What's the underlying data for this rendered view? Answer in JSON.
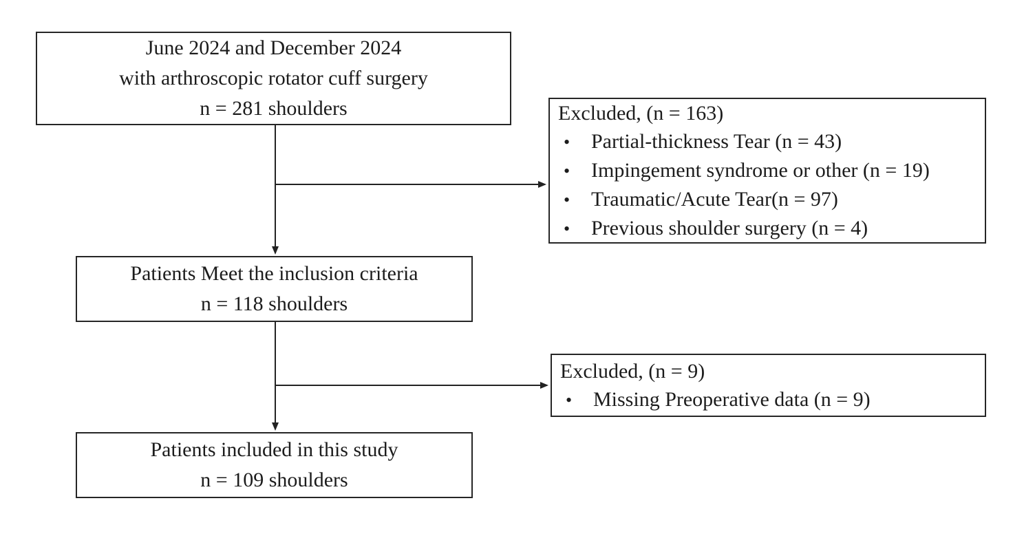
{
  "diagram": {
    "type": "flowchart",
    "background_color": "#ffffff",
    "line_color": "#222222",
    "text_color": "#1c1c1c",
    "bullet": "•",
    "boxes": {
      "initial": {
        "lines": [
          "June 2024 and December 2024",
          "with arthroscopic rotator cuff surgery",
          "n = 281 shoulders"
        ]
      },
      "excluded_first": {
        "title": "Excluded, (n = 163)",
        "items": [
          "Partial-thickness Tear (n = 43)",
          "Impingement syndrome or other (n = 19)",
          "Traumatic/Acute Tear(n = 97)",
          "Previous shoulder surgery (n = 4)"
        ]
      },
      "inclusion": {
        "lines": [
          "Patients Meet the inclusion criteria",
          "n = 118 shoulders"
        ]
      },
      "excluded_second": {
        "title": "Excluded, (n = 9)",
        "items": [
          "Missing Preoperative data (n = 9)"
        ]
      },
      "final": {
        "lines": [
          "Patients included in this study",
          "n = 109 shoulders"
        ]
      }
    }
  }
}
